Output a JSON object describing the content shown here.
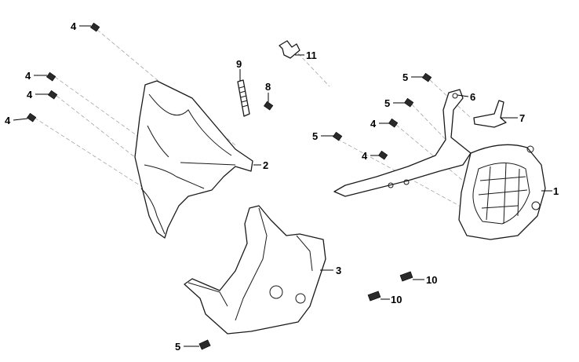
{
  "callouts": {
    "c4a": "4",
    "c4b": "4",
    "c4c": "4",
    "c4d": "4",
    "c4e": "4",
    "c4f": "4",
    "c5a": "5",
    "c5b": "5",
    "c5c": "5",
    "c5d": "5",
    "c1": "1",
    "c2": "2",
    "c3": "3",
    "c6": "6",
    "c7": "7",
    "c8": "8",
    "c9": "9",
    "c10a": "10",
    "c10b": "10",
    "c11": "11"
  }
}
